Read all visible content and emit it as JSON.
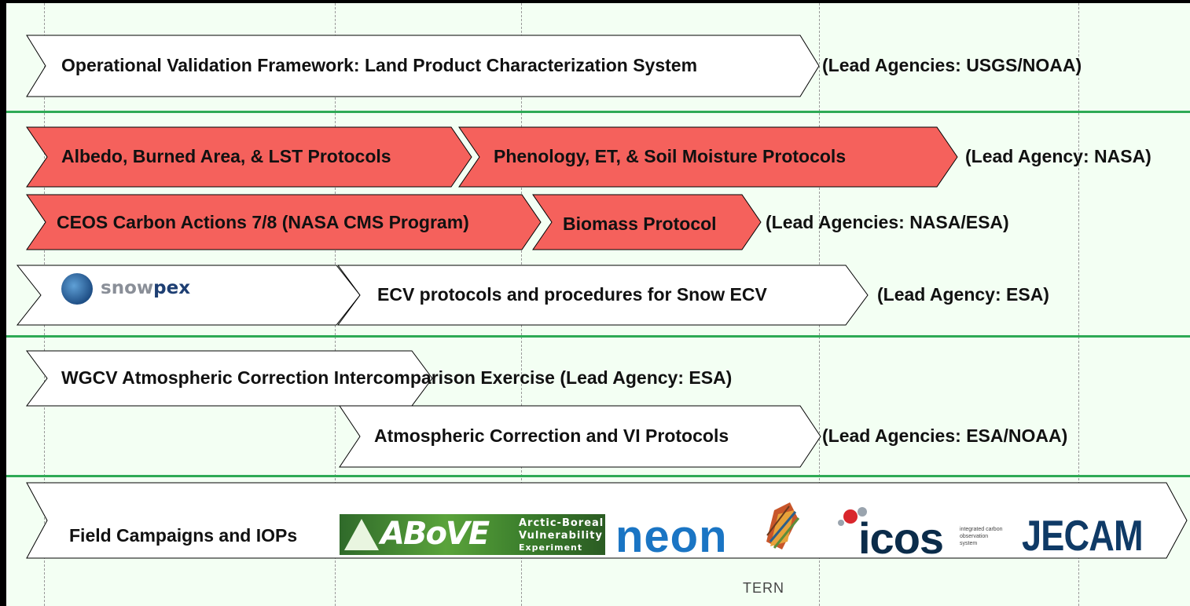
{
  "rows": {
    "lpcs": {
      "title": "Operational Validation Framework: Land Product Characterization System",
      "lead": "(Lead Agencies: USGS/NOAA)"
    },
    "nasa": {
      "item1": "Albedo, Burned Area, & LST Protocols",
      "item2": "Phenology, ET, & Soil Moisture Protocols",
      "lead": "(Lead Agency: NASA)"
    },
    "carbon": {
      "item1": "CEOS Carbon Actions 7/8 (NASA CMS Program)",
      "item2": "Biomass Protocol",
      "lead": "(Lead Agencies: NASA/ESA)"
    },
    "snow": {
      "logo_text_prefix": "snow",
      "logo_text_suffix": "pex",
      "item": "ECV protocols and procedures for Snow ECV",
      "lead": "(Lead Agency: ESA)"
    },
    "acix": {
      "title": "WGCV Atmospheric Correction Intercomparison Exercise (Lead Agency: ESA)"
    },
    "ac_vi": {
      "item": "Atmospheric Correction and VI Protocols",
      "lead": "(Lead Agencies: ESA/NOAA)"
    },
    "field": {
      "title": "Field Campaigns and IOPs",
      "logos": {
        "above_line1": "Arctic-Boreal",
        "above_line2": "Vulnerability",
        "above_line3": "Experiment",
        "above_big": "ABoVE",
        "neon": "neon",
        "tern": "TERN",
        "icos": "icos",
        "icos_sub": "integrated carbon observation system",
        "jecam": "JECAM"
      }
    }
  },
  "colors": {
    "background": "#f3fff3",
    "separator": "#2eaa55",
    "chevron_red": "#f5615c",
    "chevron_white": "#ffffff"
  }
}
